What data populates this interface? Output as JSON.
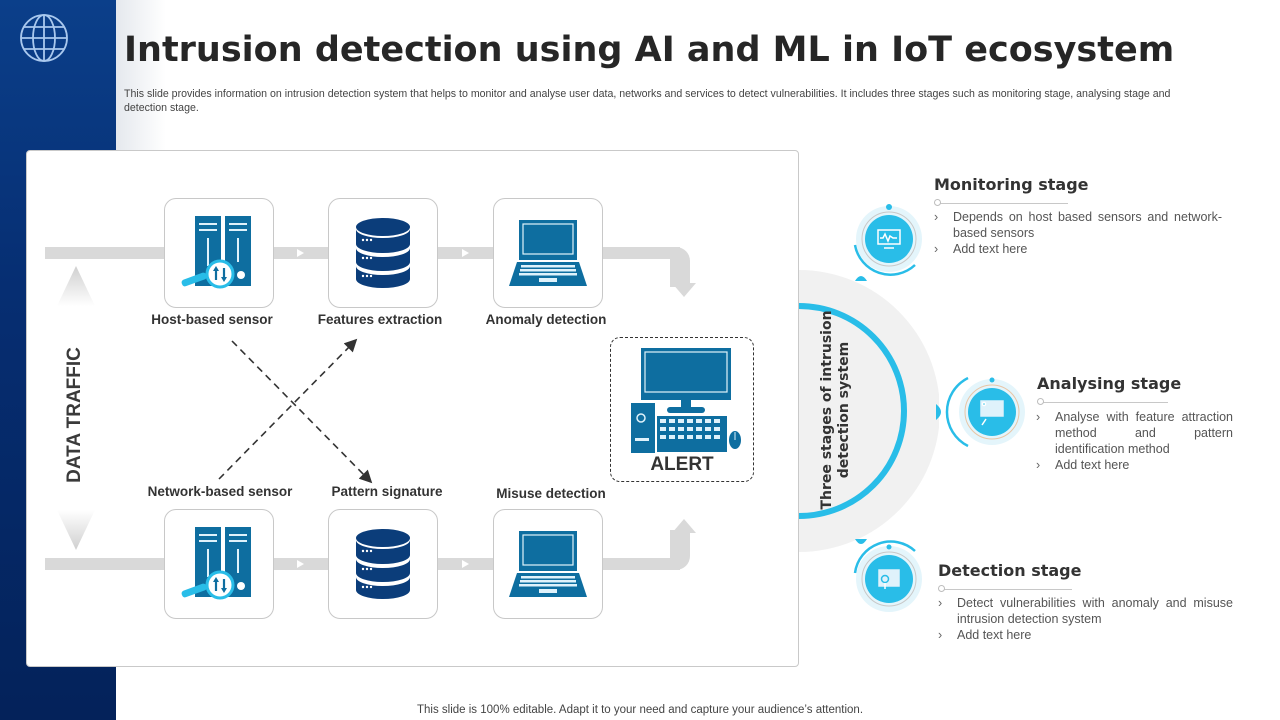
{
  "header": {
    "title": "Intrusion detection using AI and ML in IoT ecosystem",
    "subtitle": "This slide provides information on intrusion detection system that helps to monitor and analyse user data, networks and services to detect vulnerabilities. It includes three stages such as monitoring stage, analysing stage and detection stage."
  },
  "diagram": {
    "side_label": "DATA TRAFFIC",
    "top_row": [
      {
        "label": "Host-based sensor",
        "icon": "server-search-icon"
      },
      {
        "label": "Features extraction",
        "icon": "database-icon"
      },
      {
        "label": "Anomaly detection",
        "icon": "laptop-icon"
      }
    ],
    "bottom_row": [
      {
        "label": "Network-based sensor",
        "icon": "server-search-icon"
      },
      {
        "label": "Pattern signature",
        "icon": "database-icon"
      },
      {
        "label": "Misuse detection",
        "icon": "laptop-icon"
      }
    ],
    "alert": {
      "label": "ALERT",
      "icon": "desktop-computer-icon"
    }
  },
  "stages": {
    "center_label_line1": "Three stages of intrusion",
    "center_label_line2": "detection system",
    "items": [
      {
        "title": "Monitoring stage",
        "icon": "monitor-pulse-icon",
        "bullets": [
          "Depends on host based sensors and network-based sensors",
          "Add text here"
        ]
      },
      {
        "title": "Analysing stage",
        "icon": "presentation-chart-icon",
        "bullets": [
          "Analyse with feature attraction method and pattern identification method",
          "Add text here"
        ]
      },
      {
        "title": "Detection stage",
        "icon": "report-search-icon",
        "bullets": [
          "Detect vulnerabilities with anomaly and misuse intrusion detection system",
          "Add text here"
        ]
      }
    ]
  },
  "footer": {
    "text": "This slide is 100% editable. Adapt it to your need and capture your audience’s attention."
  },
  "colors": {
    "sidebar_blue": "#062e72",
    "icon_blue": "#0e6ea0",
    "database_navy": "#0b3d7a",
    "accent_cyan": "#29bde8",
    "track_gray": "#d9d9d9"
  }
}
